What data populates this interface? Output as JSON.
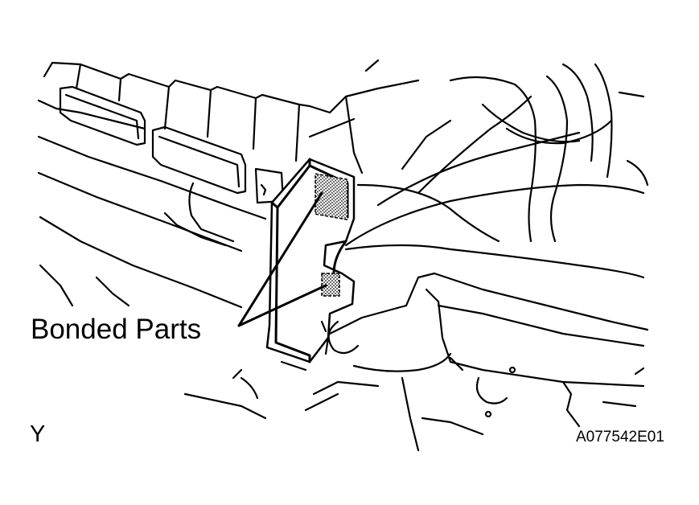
{
  "figure": {
    "callout_label": "Bonded Parts",
    "view_label": "Y",
    "figure_code": "A077542E01"
  },
  "parts": [
    {
      "id": "connector-block",
      "name": "connector-block"
    },
    {
      "id": "bracket",
      "name": "bracket"
    },
    {
      "id": "wire-harness",
      "name": "wire-harness"
    },
    {
      "id": "bonded-area-upper",
      "name": "bonded-area-upper"
    },
    {
      "id": "bonded-area-lower",
      "name": "bonded-area-lower"
    }
  ]
}
